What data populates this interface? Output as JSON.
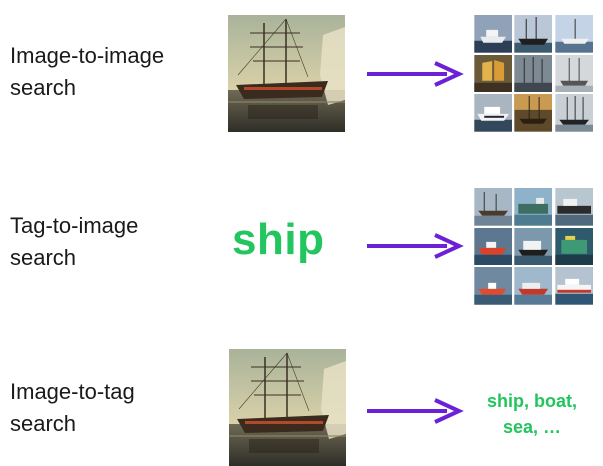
{
  "rows": [
    {
      "label_line1": "Image-to-image",
      "label_line2": "search"
    },
    {
      "label_line1": "Tag-to-image",
      "label_line2": "search",
      "query_tag": "ship"
    },
    {
      "label_line1": "Image-to-tag",
      "label_line2": "search",
      "output_tags_line1": "ship, boat,",
      "output_tags_line2": "sea, …"
    }
  ],
  "colors": {
    "tag_green": "#22c55e",
    "arrow_purple": "#6b21d6"
  },
  "icons": {
    "arrow": "right-arrow-icon"
  }
}
